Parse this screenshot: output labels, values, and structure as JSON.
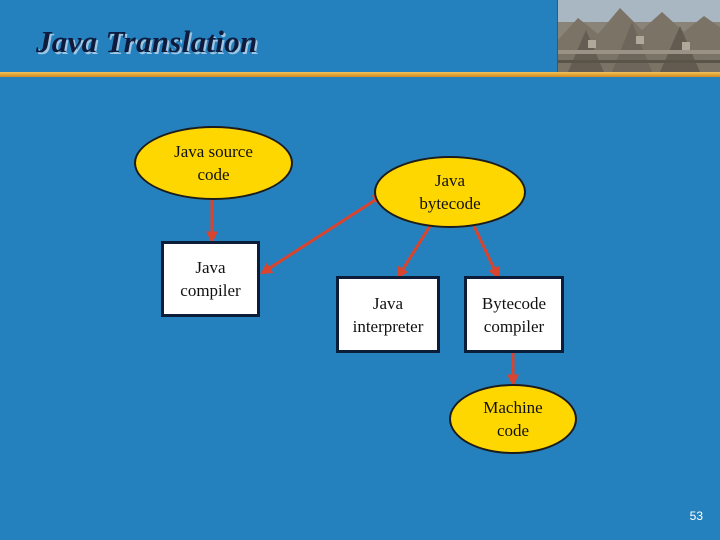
{
  "slide": {
    "title": "Java Translation",
    "page_number": "53"
  },
  "nodes": {
    "java_source": {
      "line1": "Java source",
      "line2": "code"
    },
    "java_compiler": {
      "line1": "Java",
      "line2": "compiler"
    },
    "java_bytecode": {
      "line1": "Java",
      "line2": "bytecode"
    },
    "java_interpreter": {
      "line1": "Java",
      "line2": "interpreter"
    },
    "bytecode_compiler": {
      "line1": "Bytecode",
      "line2": "compiler"
    },
    "machine_code": {
      "line1": "Machine",
      "line2": "code"
    }
  },
  "colors": {
    "background": "#2581be",
    "ellipse_fill": "#ffd700",
    "arrow": "#d9442e",
    "title_rule": "#e8a93a"
  }
}
